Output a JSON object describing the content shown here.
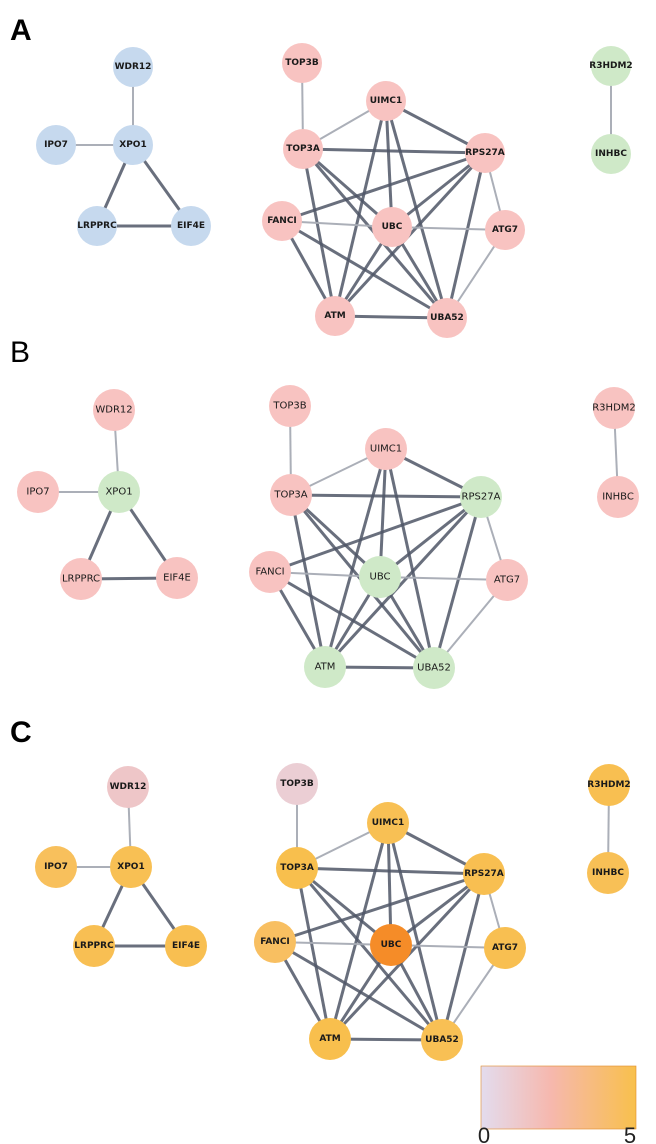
{
  "panels": [
    {
      "id": "A",
      "label": "A",
      "label_style": "bold"
    },
    {
      "id": "B",
      "label": "B",
      "label_style": "normal"
    },
    {
      "id": "C",
      "label": "C",
      "label_style": "bold"
    }
  ],
  "nodes": [
    "WDR12",
    "IPO7",
    "XPO1",
    "LRPPRC",
    "EIF4E",
    "TOP3B",
    "UIMC1",
    "TOP3A",
    "RPS27A",
    "FANCI",
    "UBC",
    "ATG7",
    "ATM",
    "UBA52",
    "R3HDM2",
    "INHBC"
  ],
  "edges": [
    [
      "WDR12",
      "XPO1"
    ],
    [
      "IPO7",
      "XPO1"
    ],
    [
      "XPO1",
      "LRPPRC"
    ],
    [
      "XPO1",
      "EIF4E"
    ],
    [
      "LRPPRC",
      "EIF4E"
    ],
    [
      "TOP3B",
      "TOP3A"
    ],
    [
      "R3HDM2",
      "INHBC"
    ],
    [
      "UIMC1",
      "RPS27A"
    ],
    [
      "UIMC1",
      "UBC"
    ],
    [
      "UIMC1",
      "ATM"
    ],
    [
      "UIMC1",
      "UBA52"
    ],
    [
      "UIMC1",
      "TOP3A"
    ],
    [
      "TOP3A",
      "RPS27A"
    ],
    [
      "TOP3A",
      "UBC"
    ],
    [
      "TOP3A",
      "ATM"
    ],
    [
      "TOP3A",
      "UBA52"
    ],
    [
      "RPS27A",
      "FANCI"
    ],
    [
      "RPS27A",
      "UBC"
    ],
    [
      "RPS27A",
      "ATG7"
    ],
    [
      "RPS27A",
      "ATM"
    ],
    [
      "RPS27A",
      "UBA52"
    ],
    [
      "FANCI",
      "UBC"
    ],
    [
      "FANCI",
      "ATM"
    ],
    [
      "FANCI",
      "UBA52"
    ],
    [
      "UBC",
      "ATG7"
    ],
    [
      "UBC",
      "ATM"
    ],
    [
      "UBC",
      "UBA52"
    ],
    [
      "ATG7",
      "UBA52"
    ],
    [
      "ATM",
      "UBA52"
    ]
  ],
  "colors": {
    "blue": "#c6d9ee",
    "pink": "#f8c3c1",
    "green": "#cfe9c8",
    "edge": "#4f5666",
    "edge_light": "#a6abb4"
  },
  "panel_A_colors": {
    "WDR12": "blue",
    "IPO7": "blue",
    "XPO1": "blue",
    "LRPPRC": "blue",
    "EIF4E": "blue",
    "TOP3B": "pink",
    "UIMC1": "pink",
    "TOP3A": "pink",
    "RPS27A": "pink",
    "FANCI": "pink",
    "UBC": "pink",
    "ATG7": "pink",
    "ATM": "pink",
    "UBA52": "pink",
    "R3HDM2": "green",
    "INHBC": "green"
  },
  "panel_B_colors": {
    "WDR12": "pink",
    "IPO7": "pink",
    "XPO1": "green",
    "LRPPRC": "pink",
    "EIF4E": "pink",
    "TOP3B": "pink",
    "UIMC1": "pink",
    "TOP3A": "pink",
    "RPS27A": "green",
    "FANCI": "pink",
    "UBC": "green",
    "ATG7": "pink",
    "ATM": "green",
    "UBA52": "green",
    "R3HDM2": "pink",
    "INHBC": "pink"
  },
  "panel_C_values": {
    "WDR12": 1.2,
    "IPO7": 3.9,
    "XPO1": 4.2,
    "LRPPRC": 4.3,
    "EIF4E": 4.4,
    "TOP3B": 0.8,
    "UIMC1": 4.2,
    "TOP3A": 4.6,
    "RPS27A": 4.4,
    "FANCI": 3.8,
    "UBC": 6.0,
    "ATG7": 4.4,
    "ATM": 4.6,
    "UBA52": 4.2,
    "R3HDM2": 4.4,
    "INHBC": 4.1
  },
  "legend": {
    "min_label": "0",
    "max_label": "5",
    "gradient": [
      "#e3dcee",
      "#f6b8ae",
      "#f8c04c"
    ]
  }
}
